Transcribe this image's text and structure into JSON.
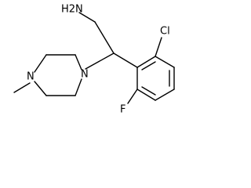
{
  "molecule": {
    "atoms": {
      "amine": "H2N",
      "chlorine": "Cl",
      "fluorine": "F",
      "piperazine_n1": "N",
      "piperazine_n4": "N",
      "methyl_n": "N"
    }
  }
}
